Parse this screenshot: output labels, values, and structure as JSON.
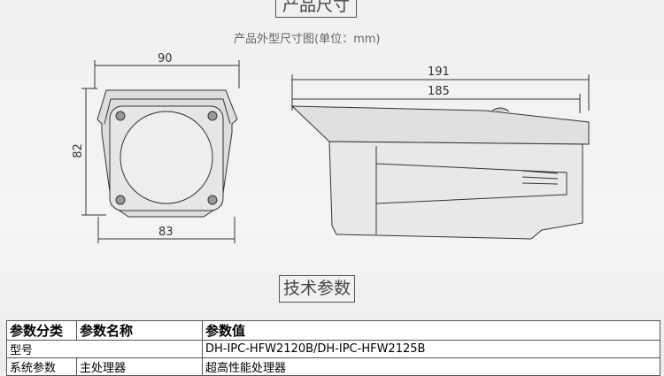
{
  "section1_title": "产品尺寸",
  "dimension_caption": "产品外型尺寸图(单位：mm)",
  "front_view": {
    "width_top": "90",
    "height": "82",
    "width_bottom": "83"
  },
  "side_view": {
    "overall_length": "191",
    "hood_length": "185"
  },
  "section2_title": "技术参数",
  "table": {
    "headers": [
      "参数分类",
      "参数名称",
      "参数值"
    ],
    "rows": [
      {
        "category": "型号",
        "name": "",
        "value": "DH-IPC-HFW2120B/DH-IPC-HFW2125B"
      },
      {
        "category": "系统参数",
        "name": "主处理器",
        "value": "超高性能处理器"
      }
    ]
  }
}
